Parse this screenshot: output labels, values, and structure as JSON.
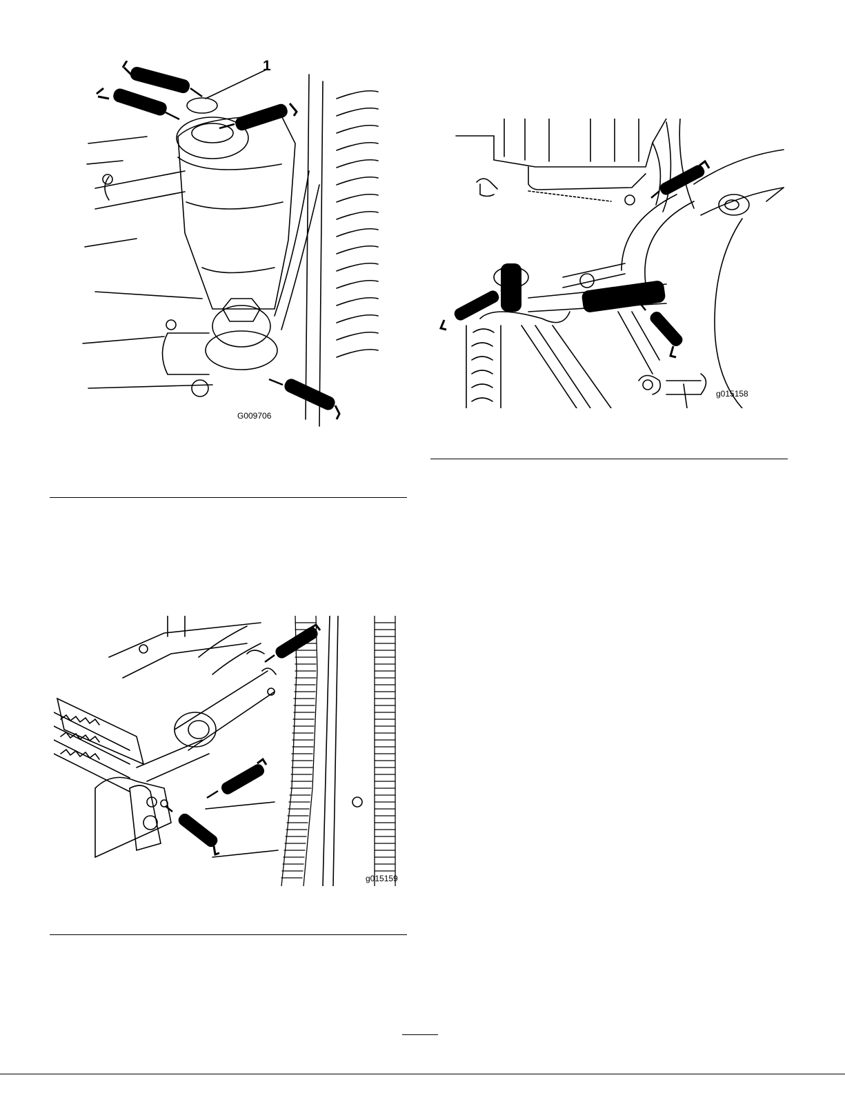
{
  "figures": [
    {
      "id": "fig-steering",
      "code": "G009706",
      "callouts": [
        "1"
      ]
    },
    {
      "id": "fig-axle",
      "code": "g015158",
      "callouts": []
    },
    {
      "id": "fig-linkage",
      "code": "g015159",
      "callouts": []
    }
  ],
  "colors": {
    "ink": "#000000",
    "paper": "#ffffff"
  },
  "icons": [
    "grease-gun-icon"
  ]
}
